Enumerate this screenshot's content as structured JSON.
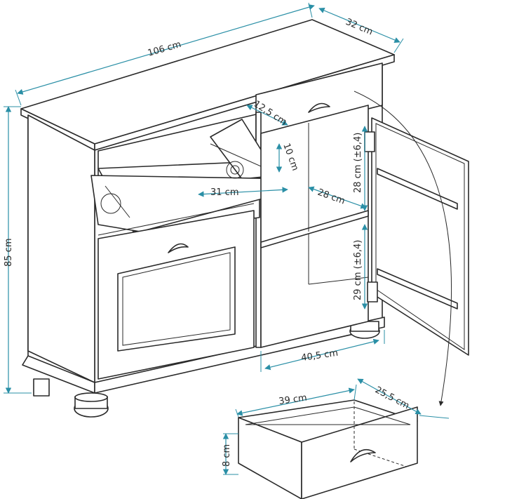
{
  "colors": {
    "outline": "#2a2a2a",
    "dimension": "#2a8fa6",
    "background": "#ffffff"
  },
  "dimensions": {
    "width": "106 cm",
    "depth": "32 cm",
    "height": "85 cm",
    "flap_height": "12,5 cm",
    "flap_depth": "10 cm",
    "shoe_tray_width": "31 cm",
    "shelf_depth": "28 cm",
    "upper_compartment": "28 cm (±6,4)",
    "lower_compartment": "29 cm (±6,4)",
    "compartment_width": "40,5 cm",
    "drawer_width": "39 cm",
    "drawer_depth": "25,5 cm",
    "drawer_height": "8 cm"
  }
}
